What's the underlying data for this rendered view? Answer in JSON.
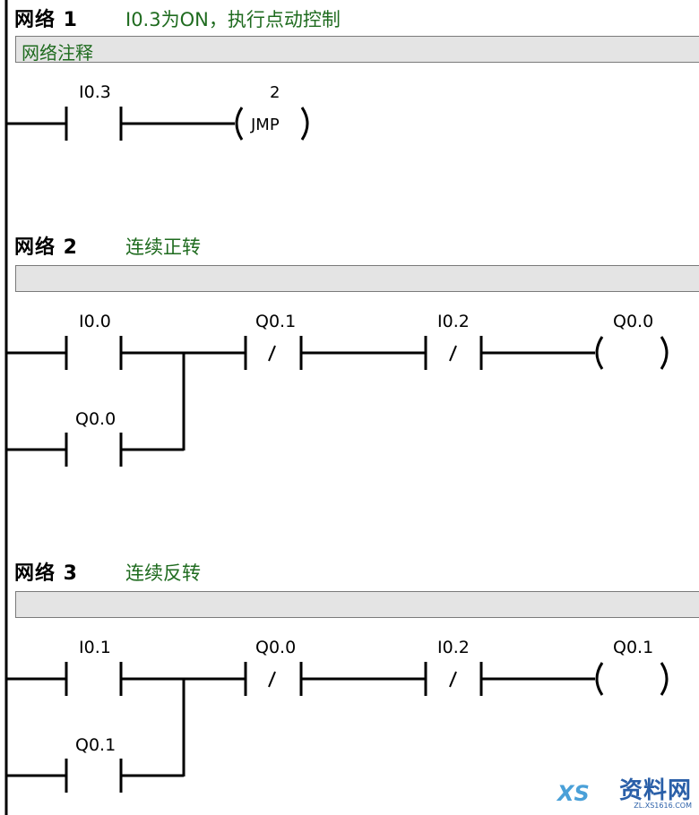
{
  "networks": [
    {
      "title": "网络 1",
      "comment_title": "I0.3为ON，执行点动控制",
      "comment_box": "网络注释",
      "contacts": [
        {
          "address": "I0.3",
          "type": "NO"
        }
      ],
      "coil": {
        "type": "JMP",
        "label": "2",
        "text": "JMP"
      }
    },
    {
      "title": "网络 2",
      "comment_title": "连续正转",
      "comment_box": "",
      "contacts": [
        {
          "address": "I0.0",
          "type": "NO"
        },
        {
          "address": "Q0.0",
          "type": "NO",
          "parallel": true
        },
        {
          "address": "Q0.1",
          "type": "NC"
        },
        {
          "address": "I0.2",
          "type": "NC"
        }
      ],
      "coil": {
        "type": "output",
        "label": "Q0.0"
      }
    },
    {
      "title": "网络 3",
      "comment_title": "连续反转",
      "comment_box": "",
      "contacts": [
        {
          "address": "I0.1",
          "type": "NO"
        },
        {
          "address": "Q0.1",
          "type": "NO",
          "parallel": true
        },
        {
          "address": "Q0.0",
          "type": "NC"
        },
        {
          "address": "I0.2",
          "type": "NC"
        }
      ],
      "coil": {
        "type": "output",
        "label": "Q0.1"
      }
    }
  ],
  "watermark": {
    "logo": "XS",
    "text": "资料网",
    "url": "ZL.XS1616.COM"
  }
}
